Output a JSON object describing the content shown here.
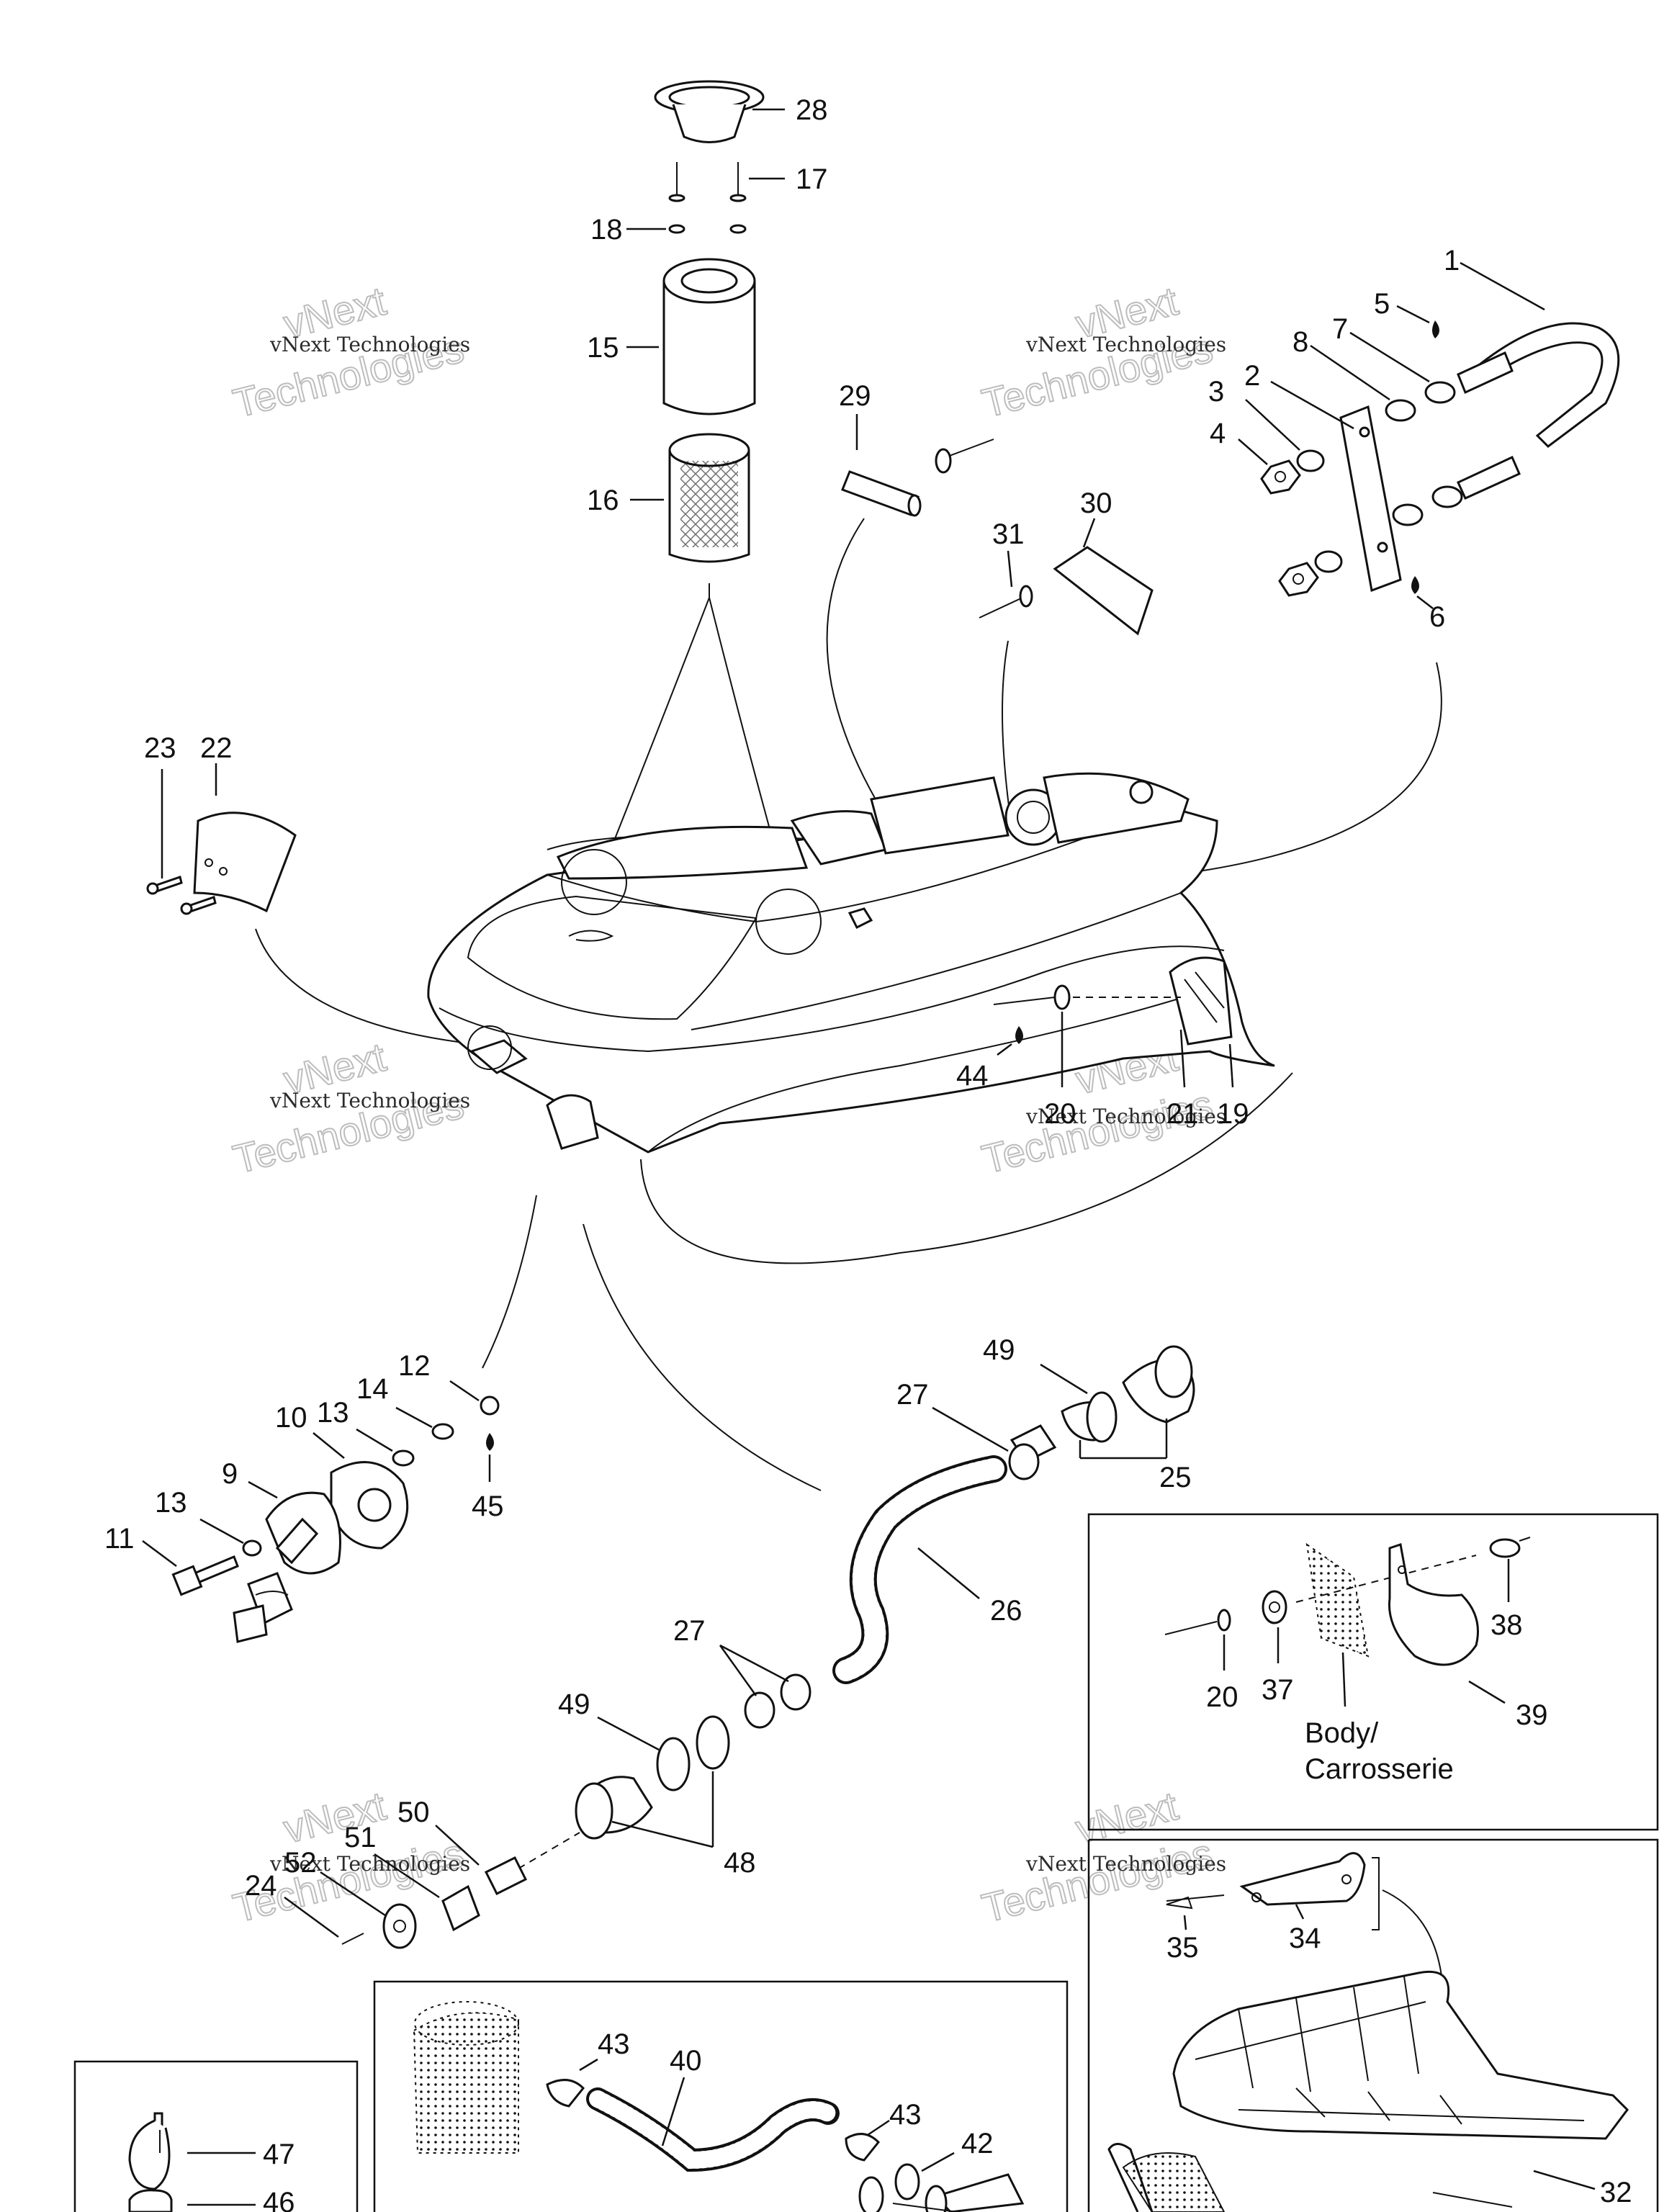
{
  "watermark": {
    "company": "vNext Technologies",
    "line1": "vNext",
    "line2": "Technologies"
  },
  "callouts": {
    "p1": "1",
    "p2": "2",
    "p3": "3",
    "p4": "4",
    "p5": "5",
    "p6": "6",
    "p7": "7",
    "p8": "8",
    "p9": "9",
    "p10": "10",
    "p11": "11",
    "p12": "12",
    "p13a": "13",
    "p13b": "13",
    "p14": "14",
    "p15": "15",
    "p16": "16",
    "p17": "17",
    "p18": "18",
    "p19": "19",
    "p20a": "20",
    "p20b": "20",
    "p21": "21",
    "p22": "22",
    "p23": "23",
    "p24": "24",
    "p25": "25",
    "p26": "26",
    "p27a": "27",
    "p27b": "27",
    "p28": "28",
    "p29": "29",
    "p30": "30",
    "p31": "31",
    "p32": "32",
    "p34": "34",
    "p35": "35",
    "p37": "37",
    "p38": "38",
    "p39": "39",
    "p40": "40",
    "p42": "42",
    "p43a": "43",
    "p43b": "43",
    "p44": "44",
    "p45": "45",
    "p46": "46",
    "p47": "47",
    "p48": "48",
    "p49a": "49",
    "p49b": "49",
    "p50": "50",
    "p51": "51",
    "p52": "52"
  },
  "inset_text": {
    "body_line1": "Body/",
    "body_line2": "Carrosserie"
  }
}
